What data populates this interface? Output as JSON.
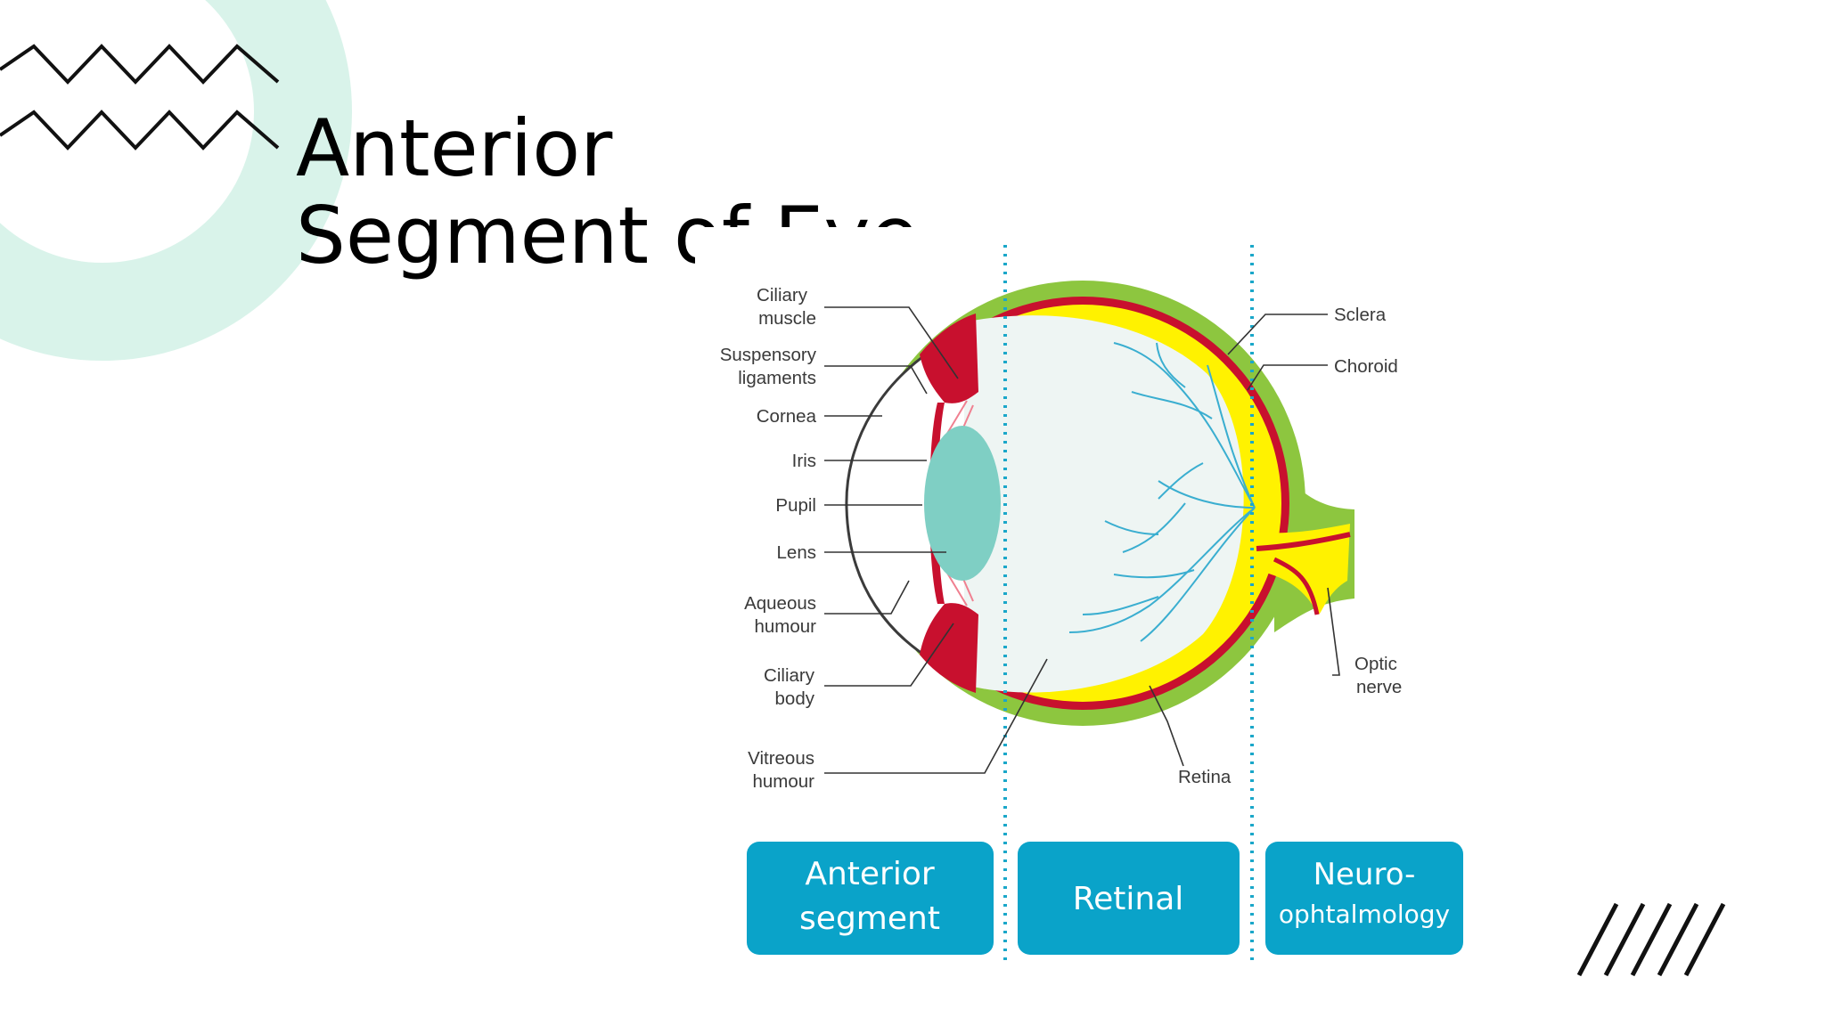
{
  "slide": {
    "title_line1": "Anterior",
    "title_line2": "Segment of Eye"
  },
  "diagram": {
    "labels_left": {
      "ciliary_muscle": [
        "Ciliary",
        "muscle"
      ],
      "suspensory_ligaments": [
        "Suspensory",
        "ligaments"
      ],
      "cornea": "Cornea",
      "iris": "Iris",
      "pupil": "Pupil",
      "lens": "Lens",
      "aqueous_humour": [
        "Aqueous",
        "humour"
      ],
      "ciliary_body": [
        "Ciliary",
        "body"
      ],
      "vitreous_humour": [
        "Vitreous",
        "humour"
      ]
    },
    "labels_right": {
      "sclera": "Sclera",
      "choroid": "Choroid",
      "optic_nerve": [
        "Optic",
        "nerve"
      ],
      "retina": "Retina"
    },
    "segments": {
      "anterior": [
        "Anterior",
        "segment"
      ],
      "retinal": "Retinal",
      "neuro": [
        "Neuro-",
        "ophtalmology"
      ]
    }
  },
  "colors": {
    "sclera": "#8dc63f",
    "choroid": "#c8102e",
    "retina": "#fff200",
    "lens": "#7fcfc4",
    "vitreous": "#eef5f3",
    "vessels": "#3aaed0",
    "segment_box": "#0aa3c9",
    "accent_circle": "#d9f3ea"
  },
  "icons": [
    "zigzag-lines-icon",
    "diagonal-stripes-icon"
  ]
}
